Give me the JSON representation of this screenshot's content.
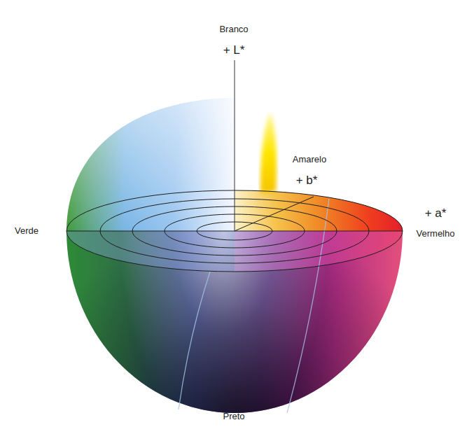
{
  "diagram": {
    "labels": [
      "Branco",
      "+ L*",
      "Amarelo",
      "+ b*",
      "+ a*",
      "Vermelho",
      "Verde",
      "Preto"
    ]
  }
}
